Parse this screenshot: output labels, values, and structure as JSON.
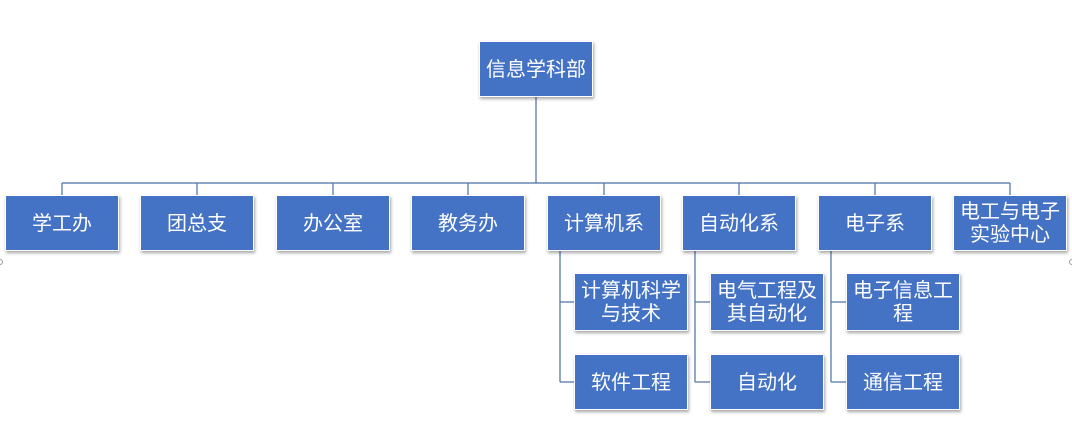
{
  "chart_data": {
    "type": "org-chart",
    "root": "信息学科部",
    "departments": [
      {
        "name": "学工办",
        "children": []
      },
      {
        "name": "团总支",
        "children": []
      },
      {
        "name": "办公室",
        "children": []
      },
      {
        "name": "教务办",
        "children": []
      },
      {
        "name": "计算机系",
        "children": [
          "计算机科学与技术",
          "软件工程"
        ]
      },
      {
        "name": "自动化系",
        "children": [
          "电气工程及其自动化",
          "自动化"
        ]
      },
      {
        "name": "电子系",
        "children": [
          "电子信息工程",
          "通信工程"
        ]
      },
      {
        "name": "电工与电子实验中心",
        "children": []
      }
    ]
  },
  "colors": {
    "box_fill": "#4472c4",
    "box_border": "#ffffff",
    "connector": "#4a6fa5",
    "background": "#ffffff"
  }
}
